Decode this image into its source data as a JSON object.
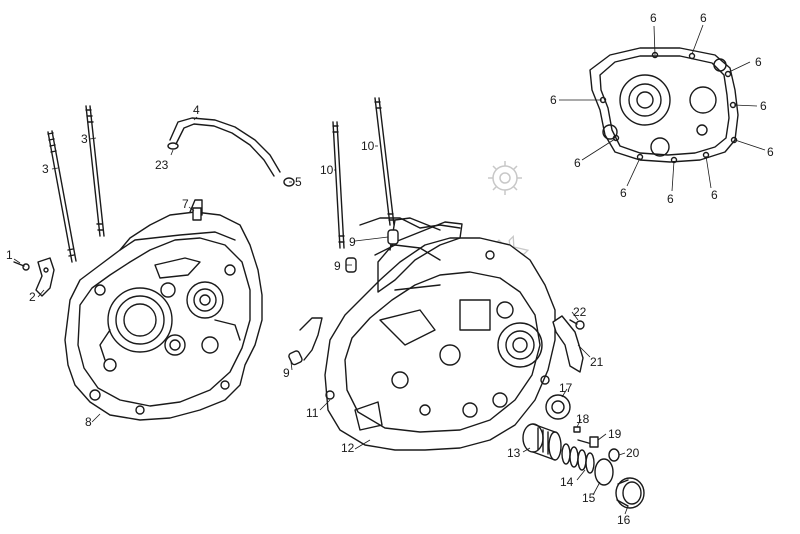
{
  "diagram": {
    "watermark": "Partsrepublik",
    "line_color": "#1a1a1a",
    "watermark_color": "#c8c8c8",
    "callouts": [
      "1",
      "2",
      "3",
      "3",
      "4",
      "23",
      "5",
      "7",
      "8",
      "10",
      "10",
      "9",
      "9",
      "9",
      "11",
      "12",
      "13",
      "14",
      "15",
      "16",
      "17",
      "18",
      "19",
      "20",
      "21",
      "22",
      "6",
      "6",
      "6",
      "6",
      "6",
      "6",
      "6",
      "6",
      "6",
      "6",
      "6"
    ]
  }
}
